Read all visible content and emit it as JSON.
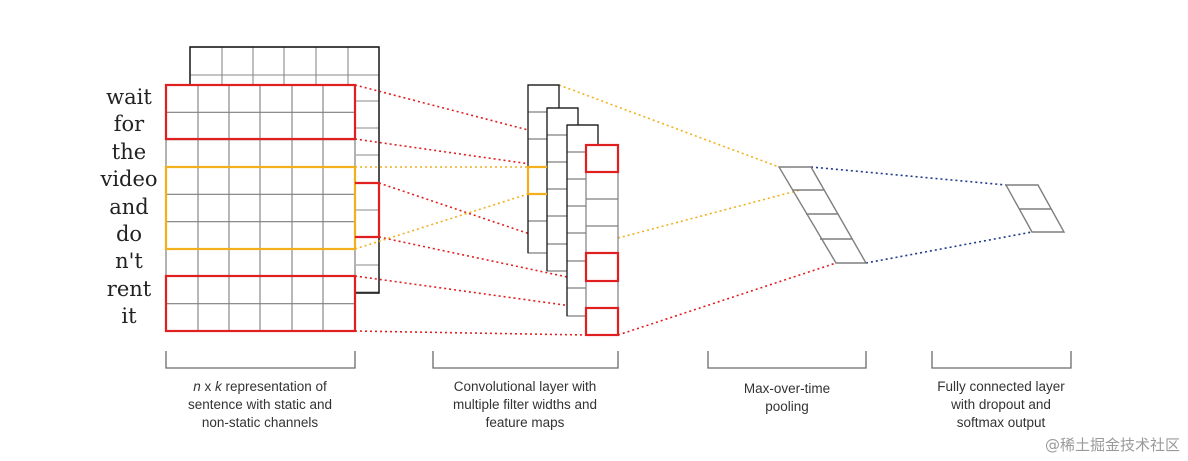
{
  "diagram": {
    "words": [
      "wait",
      "for",
      "the",
      "video",
      "and",
      "do",
      "n't",
      "rent",
      "it"
    ],
    "captions": {
      "representation": {
        "n": "n",
        "x": " x ",
        "k": "k",
        "line1_rest": " representation of",
        "line2": "sentence with static and",
        "line3": "non-static channels"
      },
      "convolution": {
        "line1": "Convolutional layer with",
        "line2": "multiple filter widths and",
        "line3": "feature maps"
      },
      "pooling": {
        "line1": "Max-over-time",
        "line2": "pooling"
      },
      "fully_connected": {
        "line1": "Fully connected layer",
        "line2": "with dropout and",
        "line3": "softmax output"
      }
    },
    "colors": {
      "grid": "#7f7f7f",
      "frame": "#111111",
      "red": "#e02020",
      "yellow": "#f2b01e",
      "blue": "#1f3a8a"
    }
  },
  "watermark": "@稀土掘金技术社区"
}
